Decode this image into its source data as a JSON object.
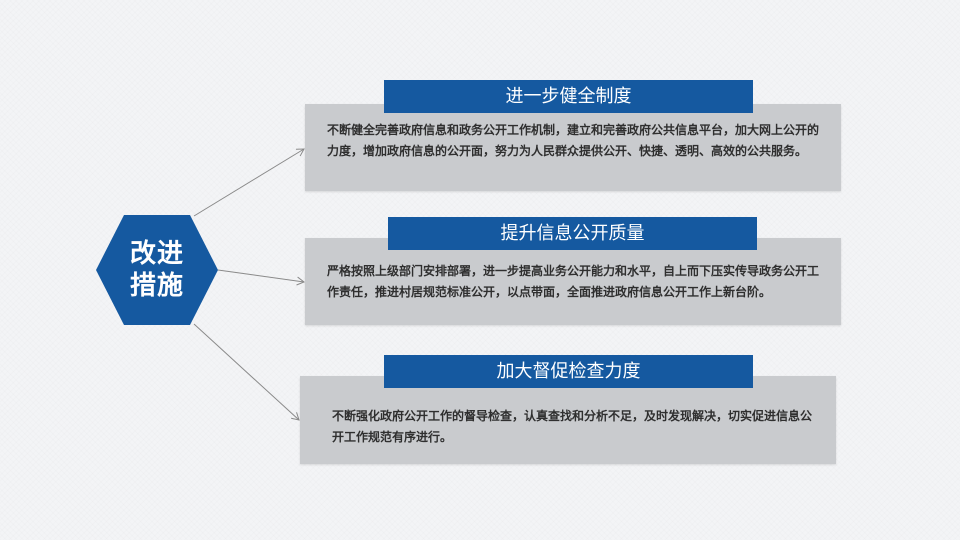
{
  "center": {
    "line1": "改进",
    "line2": "措施",
    "color": "#1559a0"
  },
  "items": [
    {
      "title": "进一步健全制度",
      "text": "不断健全完善政府信息和政务公开工作机制，建立和完善政府公共信息平台，加大网上公开的力度，增加政府信息的公开面，努力为人民群众提供公开、快捷、透明、高效的公共服务。"
    },
    {
      "title": "提升信息公开质量",
      "text": "严格按照上级部门安排部署，进一步提高业务公开能力和水平，自上而下压实传导政务公开工作责任，推进村居规范标准公开，以点带面，全面推进政府信息公开工作上新台阶。"
    },
    {
      "title": "加大督促检查力度",
      "text": "不断强化政府公开工作的督导检查，认真查找和分析不足，及时发现解决，切实促进信息公开工作规范有序进行。"
    }
  ],
  "colors": {
    "title_bar": "#1559a0",
    "content_box": "#c9cbce",
    "connector": "#8a8a8a"
  }
}
